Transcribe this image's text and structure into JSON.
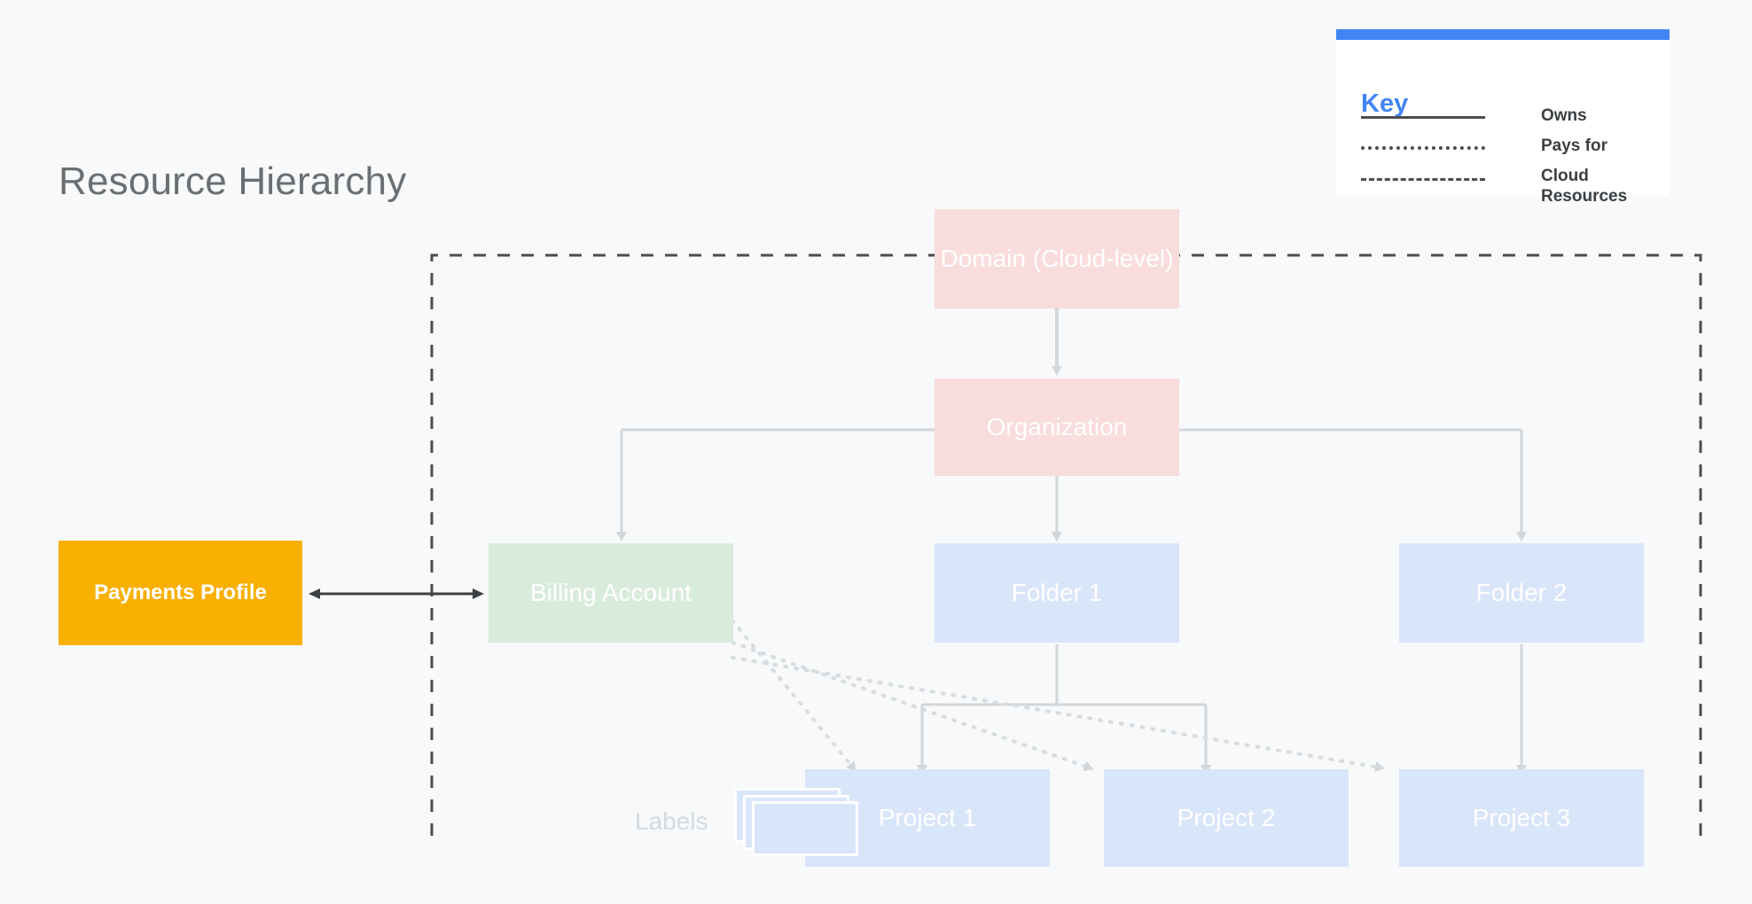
{
  "page": {
    "title": "Resource Hierarchy",
    "background_color": "#f7f9fa"
  },
  "key": {
    "title": "Key",
    "accent_color": "#4285f4",
    "items": [
      {
        "style": "solid",
        "label": "Owns"
      },
      {
        "style": "dotted",
        "label": "Pays for"
      },
      {
        "style": "dashed",
        "label": "Cloud Resources"
      }
    ]
  },
  "nodes": {
    "payments_profile": {
      "label": "Payments Profile",
      "color": "#f9b003"
    },
    "domain": {
      "label": "Domain (Cloud-level)",
      "color": "#f9dcdc"
    },
    "organization": {
      "label": "Organization",
      "color": "#f9dcdc"
    },
    "billing_account": {
      "label": "Billing Account",
      "color": "#d9ecdc"
    },
    "folder_1": {
      "label": "Folder 1",
      "color": "#d9e5f9"
    },
    "folder_2": {
      "label": "Folder 2",
      "color": "#d9e5f9"
    },
    "project_1": {
      "label": "Project 1",
      "color": "#d9e5f9"
    },
    "project_2": {
      "label": "Project 2",
      "color": "#d9e5f9"
    },
    "project_3": {
      "label": "Project 3",
      "color": "#d9e5f9"
    },
    "labels": {
      "label": "Labels",
      "color": "#d9e5f9"
    }
  },
  "boundary": {
    "name": "Cloud Resources",
    "style": "dashed",
    "color": "#4d4d4d"
  },
  "edges": [
    {
      "from": "payments_profile",
      "to": "billing_account",
      "type": "bidirectional",
      "style": "solid"
    },
    {
      "from": "domain",
      "to": "organization",
      "type": "bidirectional",
      "style": "solid"
    },
    {
      "from": "organization",
      "to": "billing_account",
      "type": "owns",
      "style": "solid"
    },
    {
      "from": "organization",
      "to": "folder_1",
      "type": "owns",
      "style": "solid"
    },
    {
      "from": "organization",
      "to": "folder_2",
      "type": "owns",
      "style": "solid"
    },
    {
      "from": "folder_1",
      "to": "project_1",
      "type": "owns",
      "style": "solid"
    },
    {
      "from": "folder_1",
      "to": "project_2",
      "type": "owns",
      "style": "solid"
    },
    {
      "from": "folder_2",
      "to": "project_3",
      "type": "owns",
      "style": "solid"
    },
    {
      "from": "billing_account",
      "to": "project_1",
      "type": "pays for",
      "style": "dotted"
    },
    {
      "from": "billing_account",
      "to": "project_2",
      "type": "pays for",
      "style": "dotted"
    },
    {
      "from": "billing_account",
      "to": "project_3",
      "type": "pays for",
      "style": "dotted"
    }
  ]
}
